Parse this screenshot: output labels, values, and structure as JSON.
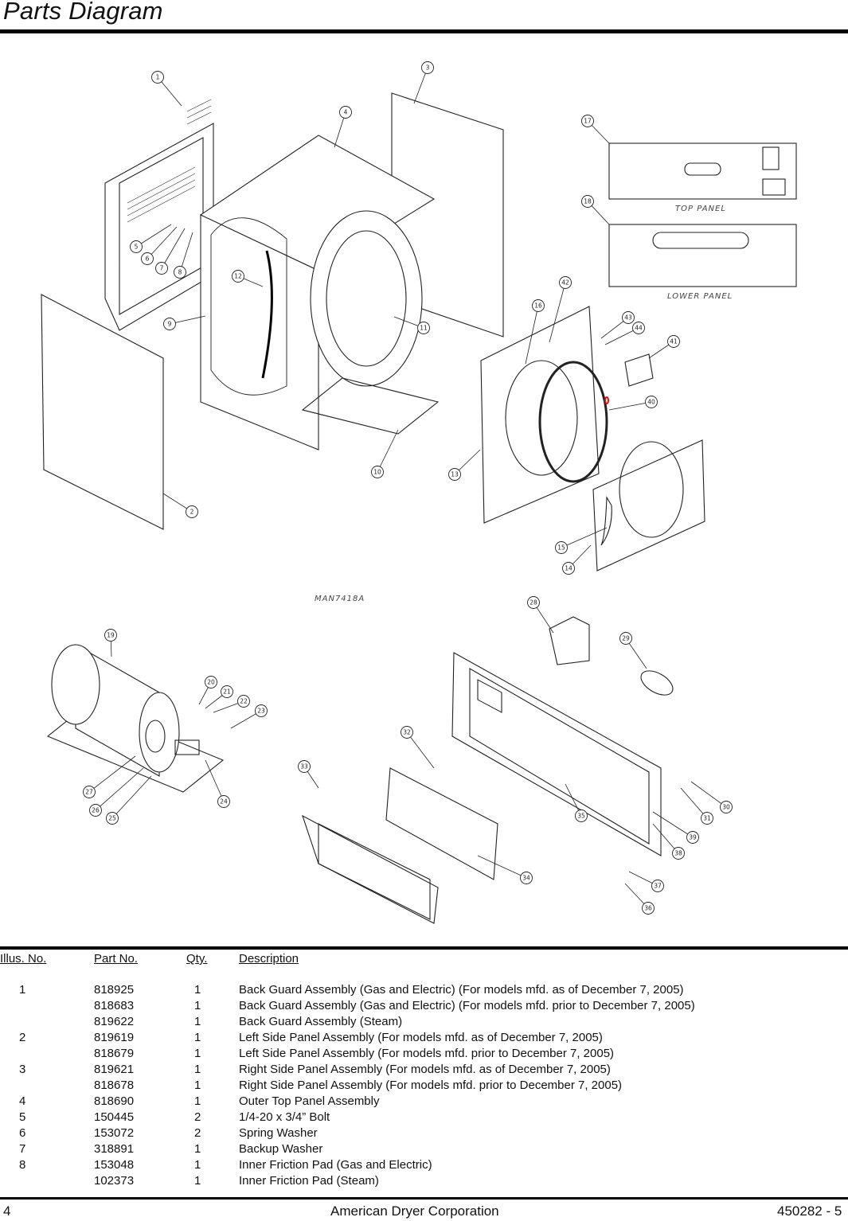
{
  "page": {
    "title": "Parts Diagram",
    "drawing_id": "MAN7418A",
    "panel_labels": {
      "top": "TOP PANEL",
      "lower": "LOWER PANEL"
    }
  },
  "callouts": [
    "1",
    "2",
    "3",
    "4",
    "5",
    "6",
    "7",
    "8",
    "9",
    "10",
    "11",
    "12",
    "13",
    "14",
    "15",
    "16",
    "17",
    "18",
    "19",
    "20",
    "21",
    "22",
    "23",
    "24",
    "25",
    "26",
    "27",
    "28",
    "29",
    "30",
    "31",
    "32",
    "33",
    "34",
    "35",
    "36",
    "37",
    "38",
    "39",
    "40",
    "41",
    "42",
    "43",
    "44"
  ],
  "table": {
    "headers": {
      "illus": "Illus. No.",
      "part": "Part No.",
      "qty": "Qty.",
      "desc": "Description"
    },
    "rows": [
      {
        "illus": "1",
        "part": "818925",
        "qty": "1",
        "desc": "Back Guard Assembly (Gas and Electric) (For models mfd. as of December 7, 2005)"
      },
      {
        "illus": "",
        "part": "818683",
        "qty": "1",
        "desc": "Back Guard Assembly (Gas and Electric) (For models mfd. prior to December 7, 2005)"
      },
      {
        "illus": "",
        "part": "819622",
        "qty": "1",
        "desc": "Back Guard Assembly (Steam)"
      },
      {
        "illus": "2",
        "part": "819619",
        "qty": "1",
        "desc": "Left Side Panel Assembly (For models mfd. as of December 7, 2005)"
      },
      {
        "illus": "",
        "part": "818679",
        "qty": "1",
        "desc": "Left Side Panel Assembly (For models mfd. prior to December 7, 2005)"
      },
      {
        "illus": "3",
        "part": "819621",
        "qty": "1",
        "desc": "Right Side Panel Assembly (For models mfd. as of December 7, 2005)"
      },
      {
        "illus": "",
        "part": "818678",
        "qty": "1",
        "desc": "Right Side Panel Assembly (For models mfd. prior to December 7, 2005)"
      },
      {
        "illus": "4",
        "part": "818690",
        "qty": "1",
        "desc": "Outer Top Panel Assembly"
      },
      {
        "illus": "5",
        "part": "150445",
        "qty": "2",
        "desc": "1/4-20 x 3/4” Bolt"
      },
      {
        "illus": "6",
        "part": "153072",
        "qty": "2",
        "desc": "Spring Washer"
      },
      {
        "illus": "7",
        "part": "318891",
        "qty": "1",
        "desc": "Backup Washer"
      },
      {
        "illus": "8",
        "part": "153048",
        "qty": "1",
        "desc": "Inner Friction Pad (Gas and Electric)"
      },
      {
        "illus": "",
        "part": "102373",
        "qty": "1",
        "desc": "Inner Friction Pad (Steam)"
      }
    ]
  },
  "footer": {
    "left": "4",
    "center": "American Dryer Corporation",
    "right": "450282 - 5"
  }
}
